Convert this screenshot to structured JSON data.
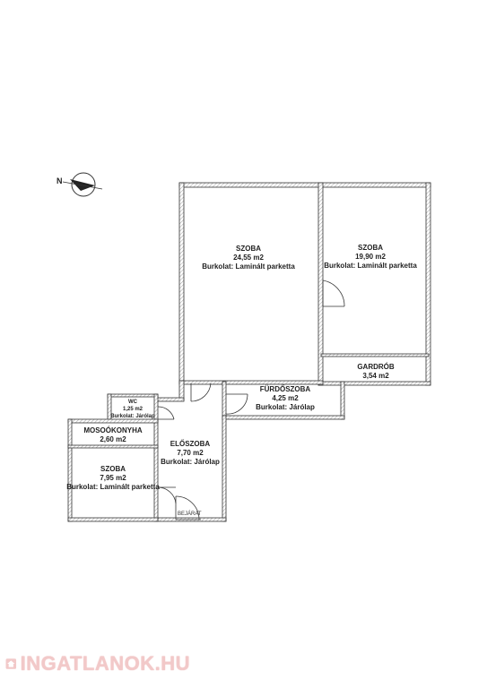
{
  "compass": {
    "letter": "N"
  },
  "rooms": {
    "szoba1": {
      "name": "SZOBA",
      "area": "24,55 m2",
      "floor": "Burkolat: Laminált parketta"
    },
    "szoba2": {
      "name": "SZOBA",
      "area": "19,90 m2",
      "floor": "Burkolat: Laminált parketta"
    },
    "gardrob": {
      "name": "GARDRÓB",
      "area": "3,54 m2"
    },
    "furdoszoba": {
      "name": "FÜRDŐSZOBA",
      "area": "4,25 m2",
      "floor": "Burkolat: Járólap"
    },
    "wc": {
      "name": "WC",
      "area": "1,25 m2",
      "floor": "Burkolat: Járólap"
    },
    "mosokonyha": {
      "name": "MOSOÓKONYHA",
      "area": "2,60 m2"
    },
    "eloszoba": {
      "name": "ELŐSZOBA",
      "area": "7,70 m2",
      "floor": "Burkolat: Járólap"
    },
    "szoba3": {
      "name": "SZOBA",
      "area": "7,95 m2",
      "floor": "Burkolat: Laminált parketta"
    }
  },
  "entrance": {
    "label": "BEJÁRAT"
  },
  "watermark": {
    "text": "INGATLANOK.HU"
  }
}
